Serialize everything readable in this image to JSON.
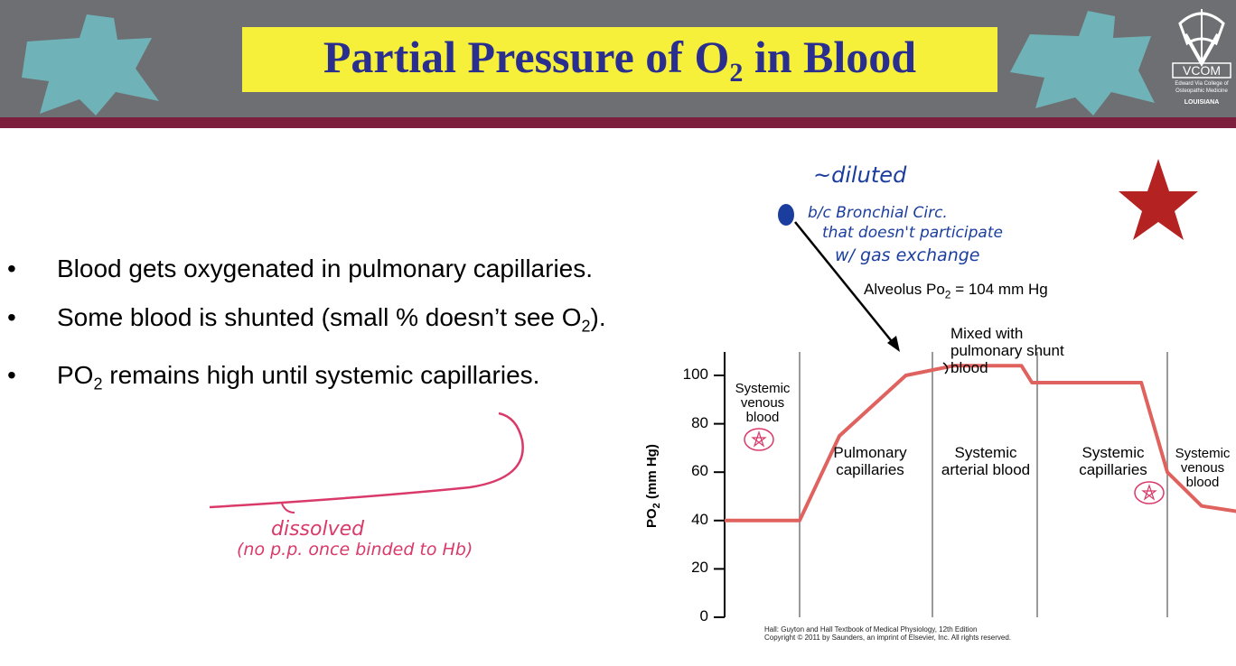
{
  "header": {
    "title_main": "Partial Pressure of O",
    "title_sub": "2",
    "title_rest": " in Blood",
    "logo_name": "VCOM",
    "logo_line1": "Edward Via College of",
    "logo_line2": "Osteopathic Medicine",
    "logo_state": "LOUISIANA"
  },
  "bullets": [
    {
      "text": "Blood gets oxygenated in pulmonary capillaries."
    },
    {
      "text_pre": "Some blood is shunted (small % doesn’t see O",
      "sub": "2",
      "text_post": ")."
    },
    {
      "text_pre": "PO",
      "sub": "2",
      "text_post": " remains high until systemic capillaries."
    }
  ],
  "bullet_symbol": "•",
  "annotations": {
    "diluted": "~diluted",
    "bronchial_1": "b/c Bronchial Circ.",
    "bronchial_2": "that doesn't participate",
    "bronchial_3": "w/ gas exchange",
    "dissolved_1": "dissolved",
    "dissolved_2": "(no p.p. once binded to Hb)"
  },
  "chart_data": {
    "type": "line",
    "ylabel_main": "PO",
    "ylabel_sub": "2",
    "ylabel_unit": "(mm Hg)",
    "yticks": [
      0,
      20,
      40,
      60,
      80,
      100
    ],
    "ylim": [
      0,
      110
    ],
    "regions": [
      {
        "label": "Systemic venous blood"
      },
      {
        "label": "Pulmonary capillaries"
      },
      {
        "label": "Systemic arterial blood"
      },
      {
        "label": "Systemic capillaries"
      },
      {
        "label": "Systemic venous blood"
      }
    ],
    "alveolus_label_pre": "Alveolus Po",
    "alveolus_label_sub": "2",
    "alveolus_label_post": " = 104 mm Hg",
    "shunt_label": "Mixed with pulmonary shunt blood",
    "series": [
      {
        "values_desc": "PO2 curve",
        "points": [
          [
            0,
            40
          ],
          [
            1,
            40
          ],
          [
            1.3,
            75
          ],
          [
            1.8,
            100
          ],
          [
            2.2,
            104
          ],
          [
            2.85,
            104
          ],
          [
            2.95,
            97
          ],
          [
            3.8,
            97
          ],
          [
            4.0,
            60
          ],
          [
            4.5,
            46
          ],
          [
            5.2,
            43
          ],
          [
            6.5,
            42
          ]
        ]
      }
    ],
    "caption_1": "Hall: Guyton and Hall Textbook of Medical Physiology, 12th Edition",
    "caption_2": "Copyright © 2011 by Saunders, an imprint of Elsevier, Inc. All rights reserved."
  },
  "colors": {
    "header_bg": "#6e6f73",
    "band": "#7b1f3c",
    "title_bg": "#f6f03a",
    "title_text": "#2a2f8f",
    "puzzle": "#6fb3b8",
    "curve": "#e0625f",
    "star": "#b52222",
    "ink_pink": "#d93a6a",
    "ink_blue": "#1b3d9e"
  }
}
